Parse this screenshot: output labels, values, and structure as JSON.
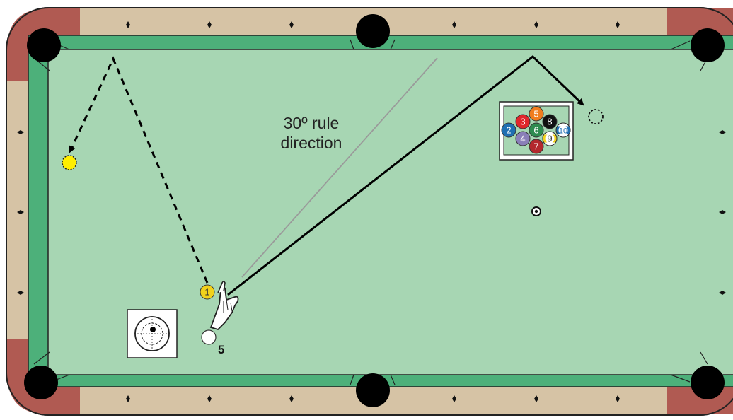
{
  "colors": {
    "rail_corner": "#b05a52",
    "rail_wood": "#d6c3a5",
    "cushion": "#4db07a",
    "cloth": "#a7d6b3",
    "pocket": "#000000",
    "cue_ball": "#ffffff",
    "one_ball": "#f2d21b",
    "ghost_yellow": "#ffee00",
    "path_line": "#000000",
    "rule_line": "#9a9a9a"
  },
  "annotation": {
    "rule_line1": "30º rule",
    "rule_line2": "direction",
    "shot_number": "5"
  },
  "balls": [
    {
      "label": "1",
      "name": "one-ball",
      "color": "#f2d21b",
      "text": "#333333",
      "stripe": false
    },
    {
      "label": "5",
      "name": "rack-ball-5",
      "color": "#f07c1e",
      "text": "#ffffff",
      "stripe": false
    },
    {
      "label": "3",
      "name": "rack-ball-3",
      "color": "#e0262b",
      "text": "#ffffff",
      "stripe": false
    },
    {
      "label": "8",
      "name": "rack-ball-8",
      "color": "#111111",
      "text": "#ffffff",
      "stripe": false
    },
    {
      "label": "2",
      "name": "rack-ball-2",
      "color": "#1f6fb2",
      "text": "#ffffff",
      "stripe": false
    },
    {
      "label": "6",
      "name": "rack-ball-6",
      "color": "#2e8b4f",
      "text": "#ffffff",
      "stripe": false
    },
    {
      "label": "10",
      "name": "rack-ball-10",
      "color": "#1f6fb2",
      "text": "#1f6fb2",
      "stripe": true
    },
    {
      "label": "4",
      "name": "rack-ball-4",
      "color": "#8a7fb8",
      "text": "#ffffff",
      "stripe": false
    },
    {
      "label": "9",
      "name": "rack-ball-9",
      "color": "#f2d21b",
      "text": "#333333",
      "stripe": true
    },
    {
      "label": "7",
      "name": "rack-ball-7",
      "color": "#b3282d",
      "text": "#ffffff",
      "stripe": false
    }
  ]
}
